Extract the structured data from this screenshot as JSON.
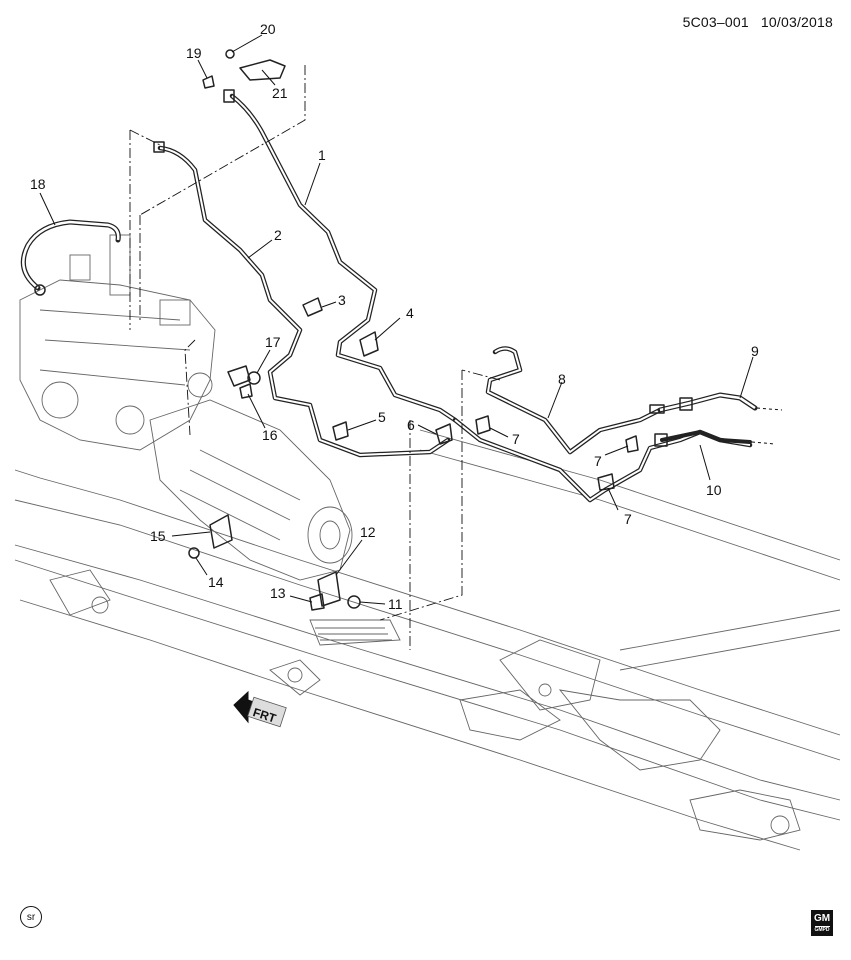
{
  "header": {
    "diagram_code": "5C03–001",
    "date": "10/03/2018"
  },
  "callouts": [
    {
      "id": "c1",
      "label": "1"
    },
    {
      "id": "c2",
      "label": "2"
    },
    {
      "id": "c3",
      "label": "3"
    },
    {
      "id": "c4",
      "label": "4"
    },
    {
      "id": "c5",
      "label": "5"
    },
    {
      "id": "c6",
      "label": "6"
    },
    {
      "id": "c7a",
      "label": "7"
    },
    {
      "id": "c7b",
      "label": "7"
    },
    {
      "id": "c7c",
      "label": "7"
    },
    {
      "id": "c8",
      "label": "8"
    },
    {
      "id": "c9",
      "label": "9"
    },
    {
      "id": "c10",
      "label": "10"
    },
    {
      "id": "c11",
      "label": "11"
    },
    {
      "id": "c12",
      "label": "12"
    },
    {
      "id": "c13",
      "label": "13"
    },
    {
      "id": "c14",
      "label": "14"
    },
    {
      "id": "c15",
      "label": "15"
    },
    {
      "id": "c16",
      "label": "16"
    },
    {
      "id": "c17",
      "label": "17"
    },
    {
      "id": "c18",
      "label": "18"
    },
    {
      "id": "c19",
      "label": "19"
    },
    {
      "id": "c20",
      "label": "20"
    },
    {
      "id": "c21",
      "label": "21"
    }
  ],
  "direction_marker": {
    "label": "FRT",
    "icon": "front-arrow-icon"
  },
  "logos": {
    "left": "sr",
    "right_main": "GM",
    "right_sub": "GMPD"
  }
}
